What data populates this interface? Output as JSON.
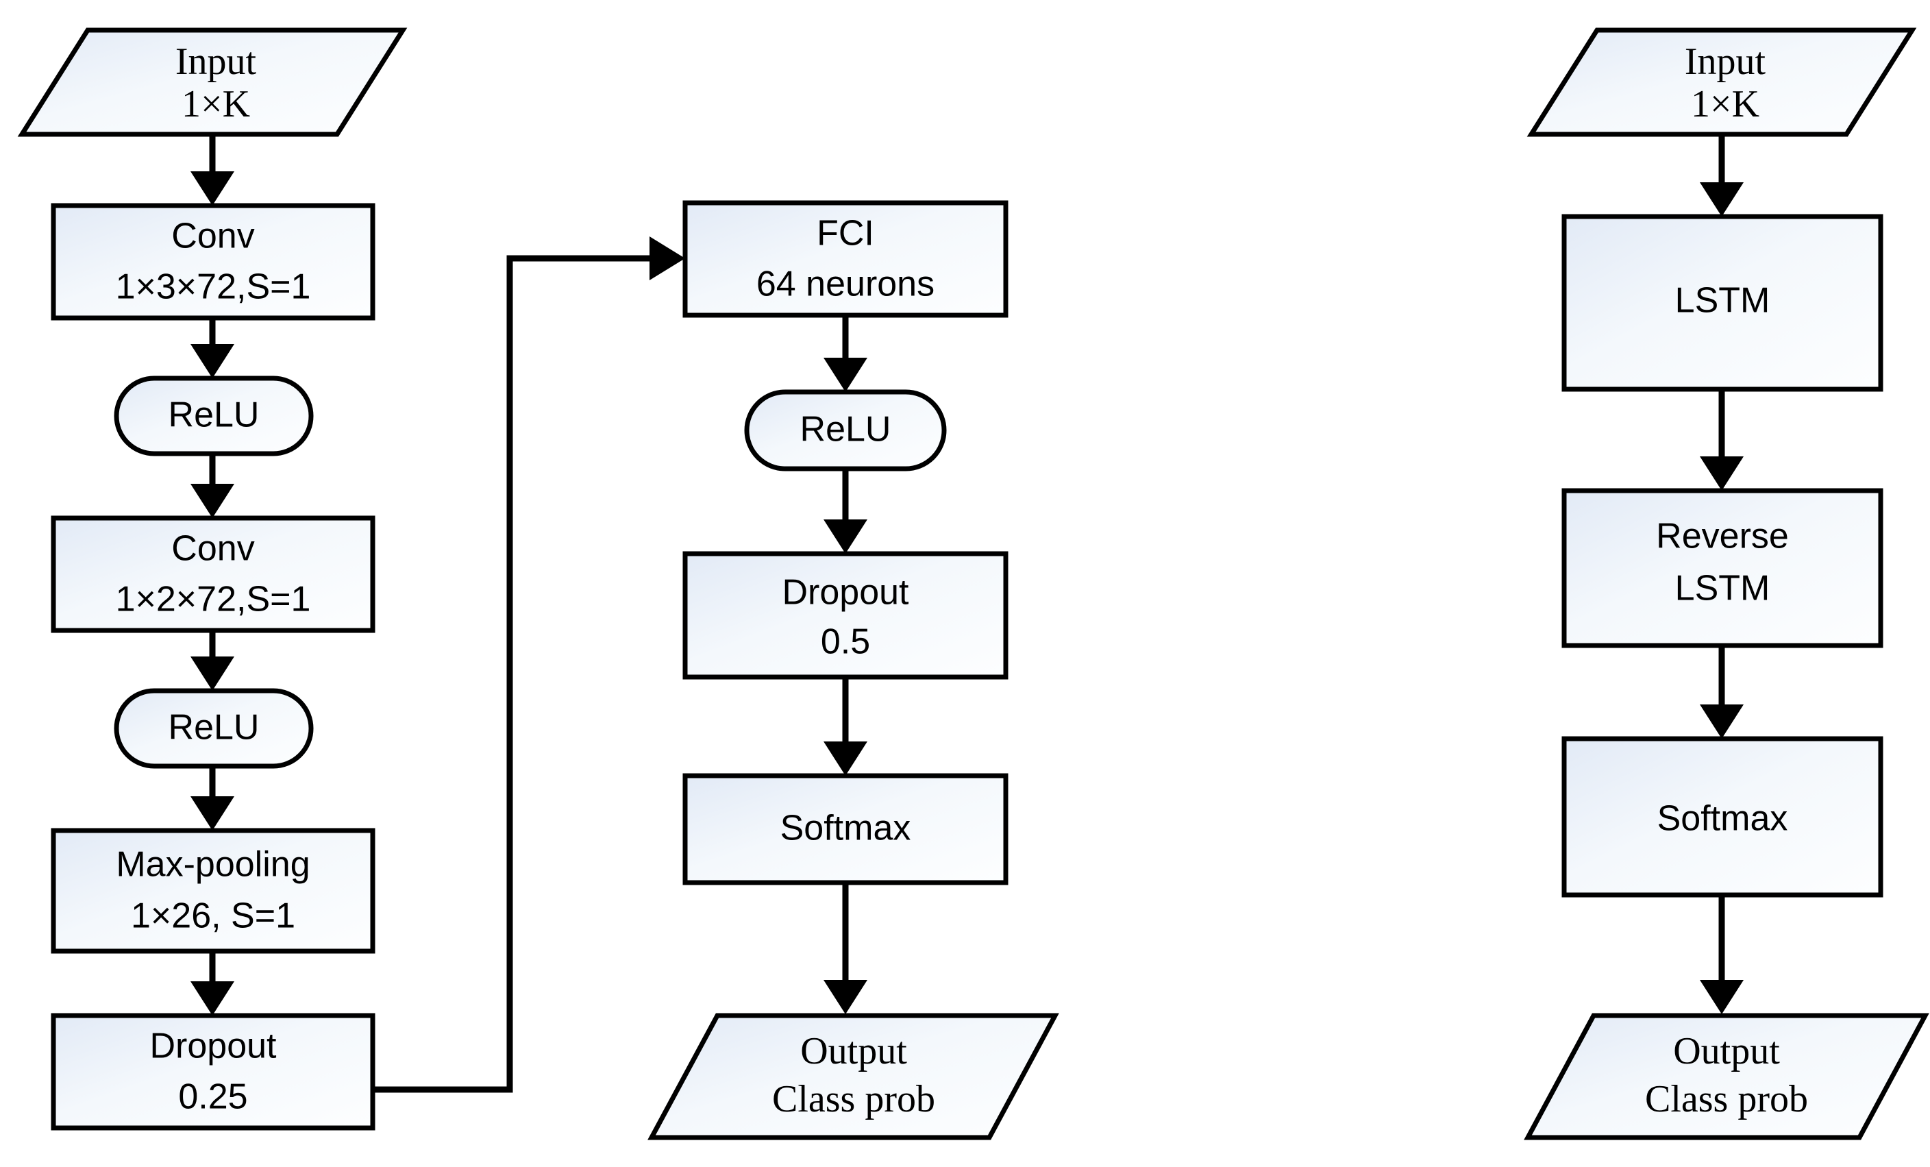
{
  "diagram": {
    "title": "Neural network architecture flowcharts",
    "background_color": "#ffffff",
    "stroke_color": "#000000",
    "fill_gradient_from": "#e4ebf6",
    "fill_gradient_to": "#fdfeff",
    "columns": [
      {
        "name": "cnn-branch-left",
        "nodes": [
          {
            "id": "input-left",
            "shape": "parallelogram",
            "line1": "Input",
            "line2": "1×K",
            "font": "serif"
          },
          {
            "id": "conv-1",
            "shape": "rect",
            "line1": "Conv",
            "line2": "1×3×72,S=1",
            "font": "sans"
          },
          {
            "id": "relu-1",
            "shape": "stadium",
            "line1": "ReLU",
            "line2": "",
            "font": "sans"
          },
          {
            "id": "conv-2",
            "shape": "rect",
            "line1": "Conv",
            "line2": "1×2×72,S=1",
            "font": "sans"
          },
          {
            "id": "relu-2",
            "shape": "stadium",
            "line1": "ReLU",
            "line2": "",
            "font": "sans"
          },
          {
            "id": "max-pooling",
            "shape": "rect",
            "line1": "Max-pooling",
            "line2": "1×26, S=1",
            "font": "sans"
          },
          {
            "id": "dropout-025",
            "shape": "rect",
            "line1": "Dropout",
            "line2": "0.25",
            "font": "sans"
          }
        ]
      },
      {
        "name": "cnn-branch-middle",
        "nodes": [
          {
            "id": "fci",
            "shape": "rect",
            "line1": "FCI",
            "line2": "64 neurons",
            "font": "sans"
          },
          {
            "id": "relu-3",
            "shape": "stadium",
            "line1": "ReLU",
            "line2": "",
            "font": "sans"
          },
          {
            "id": "dropout-05",
            "shape": "rect",
            "line1": "Dropout",
            "line2": "0.5",
            "font": "sans"
          },
          {
            "id": "softmax-middle",
            "shape": "rect",
            "line1": "Softmax",
            "line2": "",
            "font": "sans"
          },
          {
            "id": "output-middle",
            "shape": "parallelogram",
            "line1": "Output",
            "line2": "Class prob",
            "font": "serif"
          }
        ]
      },
      {
        "name": "bilstm-branch-right",
        "nodes": [
          {
            "id": "input-right",
            "shape": "parallelogram",
            "line1": "Input",
            "line2": "1×K",
            "font": "serif"
          },
          {
            "id": "lstm",
            "shape": "rect",
            "line1": "LSTM",
            "line2": "",
            "font": "sans"
          },
          {
            "id": "reverse-lstm",
            "shape": "rect",
            "line1": "Reverse",
            "line2": "LSTM",
            "font": "sans"
          },
          {
            "id": "softmax-right",
            "shape": "rect",
            "line1": "Softmax",
            "line2": "",
            "font": "sans"
          },
          {
            "id": "output-right",
            "shape": "parallelogram",
            "line1": "Output",
            "line2": "Class prob",
            "font": "serif"
          }
        ]
      }
    ],
    "connectors": [
      {
        "id": "input-left-to-conv1",
        "type": "vertical-arrow"
      },
      {
        "id": "conv1-to-relu1",
        "type": "vertical-arrow"
      },
      {
        "id": "relu1-to-conv2",
        "type": "vertical-arrow"
      },
      {
        "id": "conv2-to-relu2",
        "type": "vertical-arrow"
      },
      {
        "id": "relu2-to-maxpooling",
        "type": "vertical-arrow"
      },
      {
        "id": "maxpooling-to-dropout025",
        "type": "vertical-arrow"
      },
      {
        "id": "dropout025-to-fci",
        "type": "elbow-arrow"
      },
      {
        "id": "fci-to-relu3",
        "type": "vertical-arrow"
      },
      {
        "id": "relu3-to-dropout05",
        "type": "vertical-arrow"
      },
      {
        "id": "dropout05-to-softmax-middle",
        "type": "vertical-arrow"
      },
      {
        "id": "softmax-middle-to-output",
        "type": "vertical-arrow"
      },
      {
        "id": "input-right-to-lstm",
        "type": "vertical-arrow"
      },
      {
        "id": "lstm-to-reverse-lstm",
        "type": "vertical-arrow"
      },
      {
        "id": "reverse-lstm-to-softmax",
        "type": "vertical-arrow"
      },
      {
        "id": "softmax-right-to-output",
        "type": "vertical-arrow"
      }
    ]
  }
}
